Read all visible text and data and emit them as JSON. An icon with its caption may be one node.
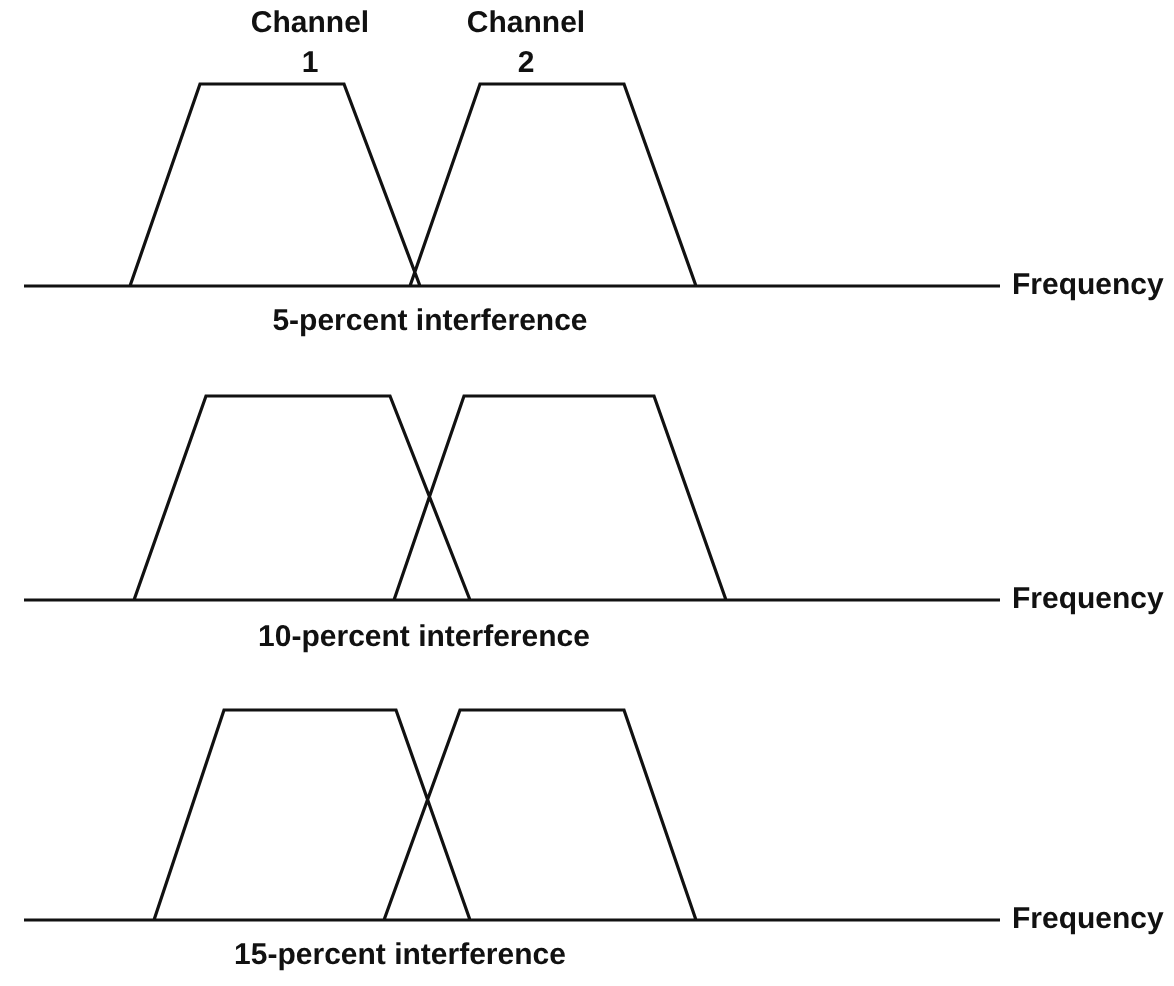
{
  "diagram": {
    "labels": [
      "Channel 1",
      "Channel 2",
      "Frequency",
      "5-percent interference",
      "Frequency",
      "10-percent interference",
      "Frequency",
      "15-percent interference"
    ]
  }
}
